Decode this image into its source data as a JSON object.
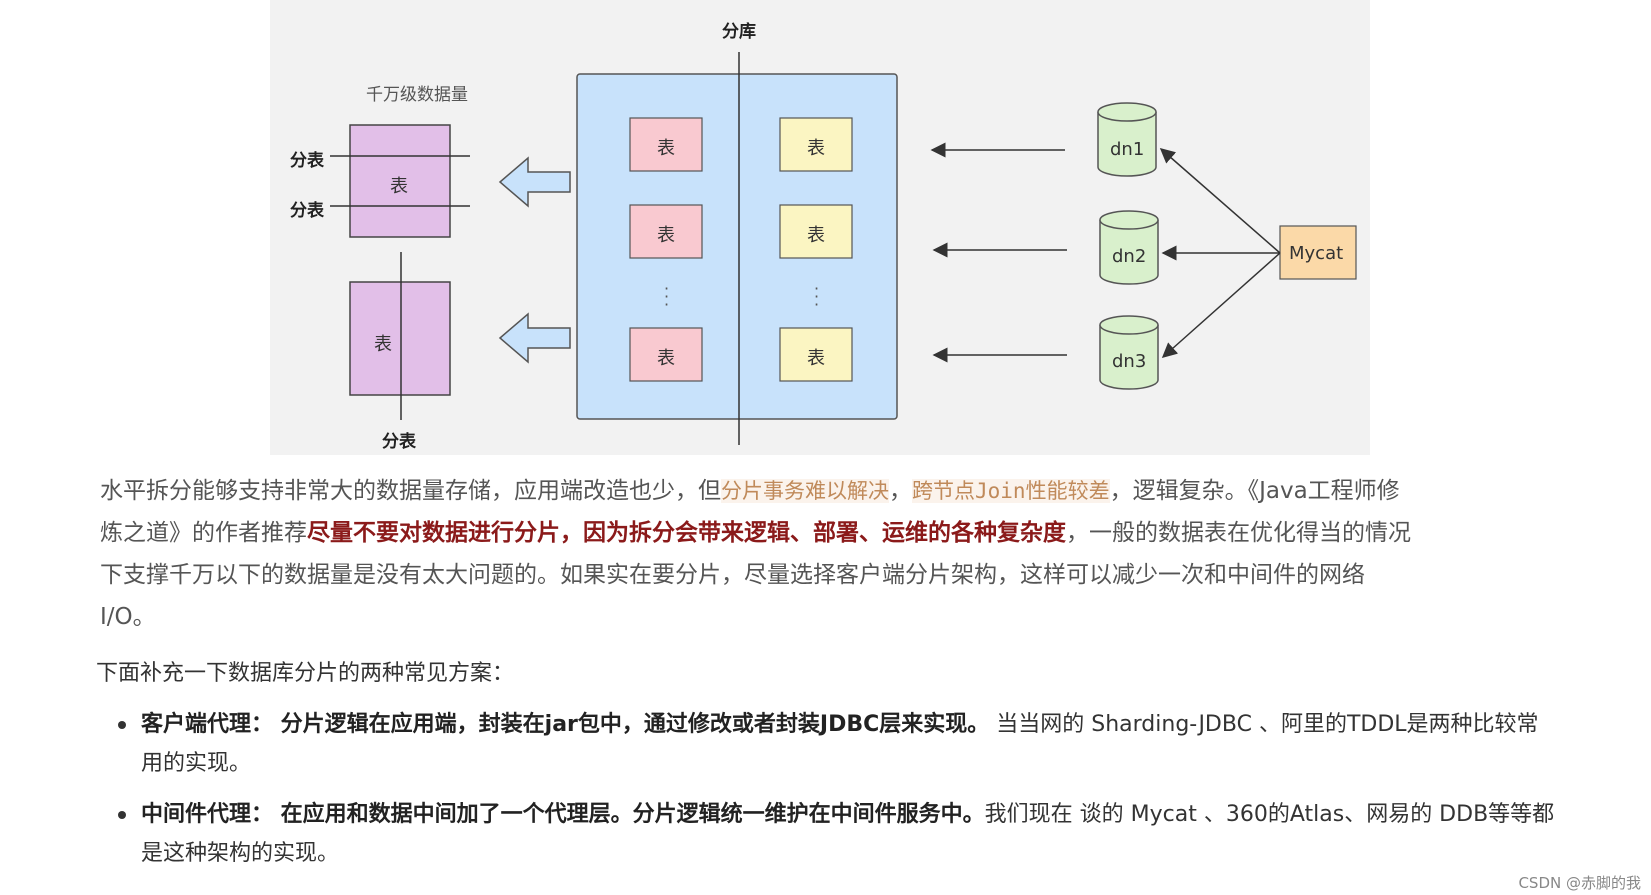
{
  "diagram": {
    "top_label": "分库",
    "volume_label": "千万级数据量",
    "split_labels": [
      "分表",
      "分表",
      "分表"
    ],
    "table_label": "表",
    "nodes": [
      "dn1",
      "dn2",
      "dn3"
    ],
    "proxy": "Mycat",
    "colors": {
      "purple": "#e2bfe8",
      "pink": "#f9c9d0",
      "yellow": "#fbf5c2",
      "db": "#d9f0cc",
      "blue": "#c8e2fb",
      "proxy": "#fbd9a8"
    }
  },
  "quote": {
    "part1": "水平拆分能够支持非常大的数据量存储，应用端改造也少，但",
    "code1": "分片事务难以解决",
    "sep": "，",
    "code2": "跨节点Join性能较差",
    "part2": "，逻辑复杂。《Java工程师修炼之道》的作者推荐",
    "emphasis": "尽量不要对数据进行分片，因为拆分会带来逻辑、部署、运维的各种复杂度",
    "part3": "，一般的数据表在优化得当的情况下支撑千万以下的数据量是没有太大问题的。如果实在要分片，尽量选择客户端分片架构，这样可以减少一次和中间件的网络I/O。"
  },
  "intro": "下面补充一下数据库分片的两种常见方案：",
  "list": [
    {
      "bold": "客户端代理： 分片逻辑在应用端，封装在jar包中，通过修改或者封装JDBC层来实现。",
      "text": " 当当网的 Sharding-JDBC 、阿里的TDDL是两种比较常用的实现。"
    },
    {
      "bold": "中间件代理： 在应用和数据中间加了一个代理层。分片逻辑统一维护在中间件服务中。",
      "text": "我们现在 谈的 Mycat 、360的Atlas、网易的 DDB等等都是这种架构的实现。"
    }
  ],
  "watermark": "CSDN @赤脚的我"
}
